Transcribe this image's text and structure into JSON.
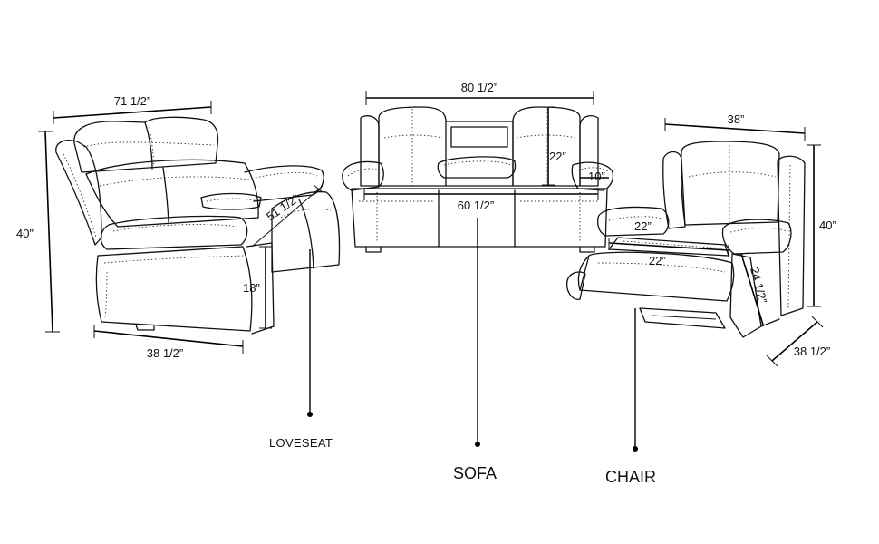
{
  "dimensions": {
    "loveseat_width": "71 1/2”",
    "loveseat_height": "40”",
    "loveseat_depth": "38 1/2”",
    "loveseat_reclined_depth": "51 1/2”",
    "loveseat_arm_height": "18”",
    "sofa_width": "80 1/2”",
    "sofa_back_height": "22”",
    "sofa_arm_width": "10”",
    "sofa_seat_width": "60 1/2”",
    "chair_width": "38”",
    "chair_height": "40”",
    "chair_depth": "38 1/2”",
    "chair_seat_width": "22”",
    "chair_seat_depth": "22”",
    "chair_leg_rest": "24 1/2”"
  },
  "labels": {
    "loveseat": "LOVESEAT",
    "sofa": "SOFA",
    "chair": "CHAIR"
  }
}
